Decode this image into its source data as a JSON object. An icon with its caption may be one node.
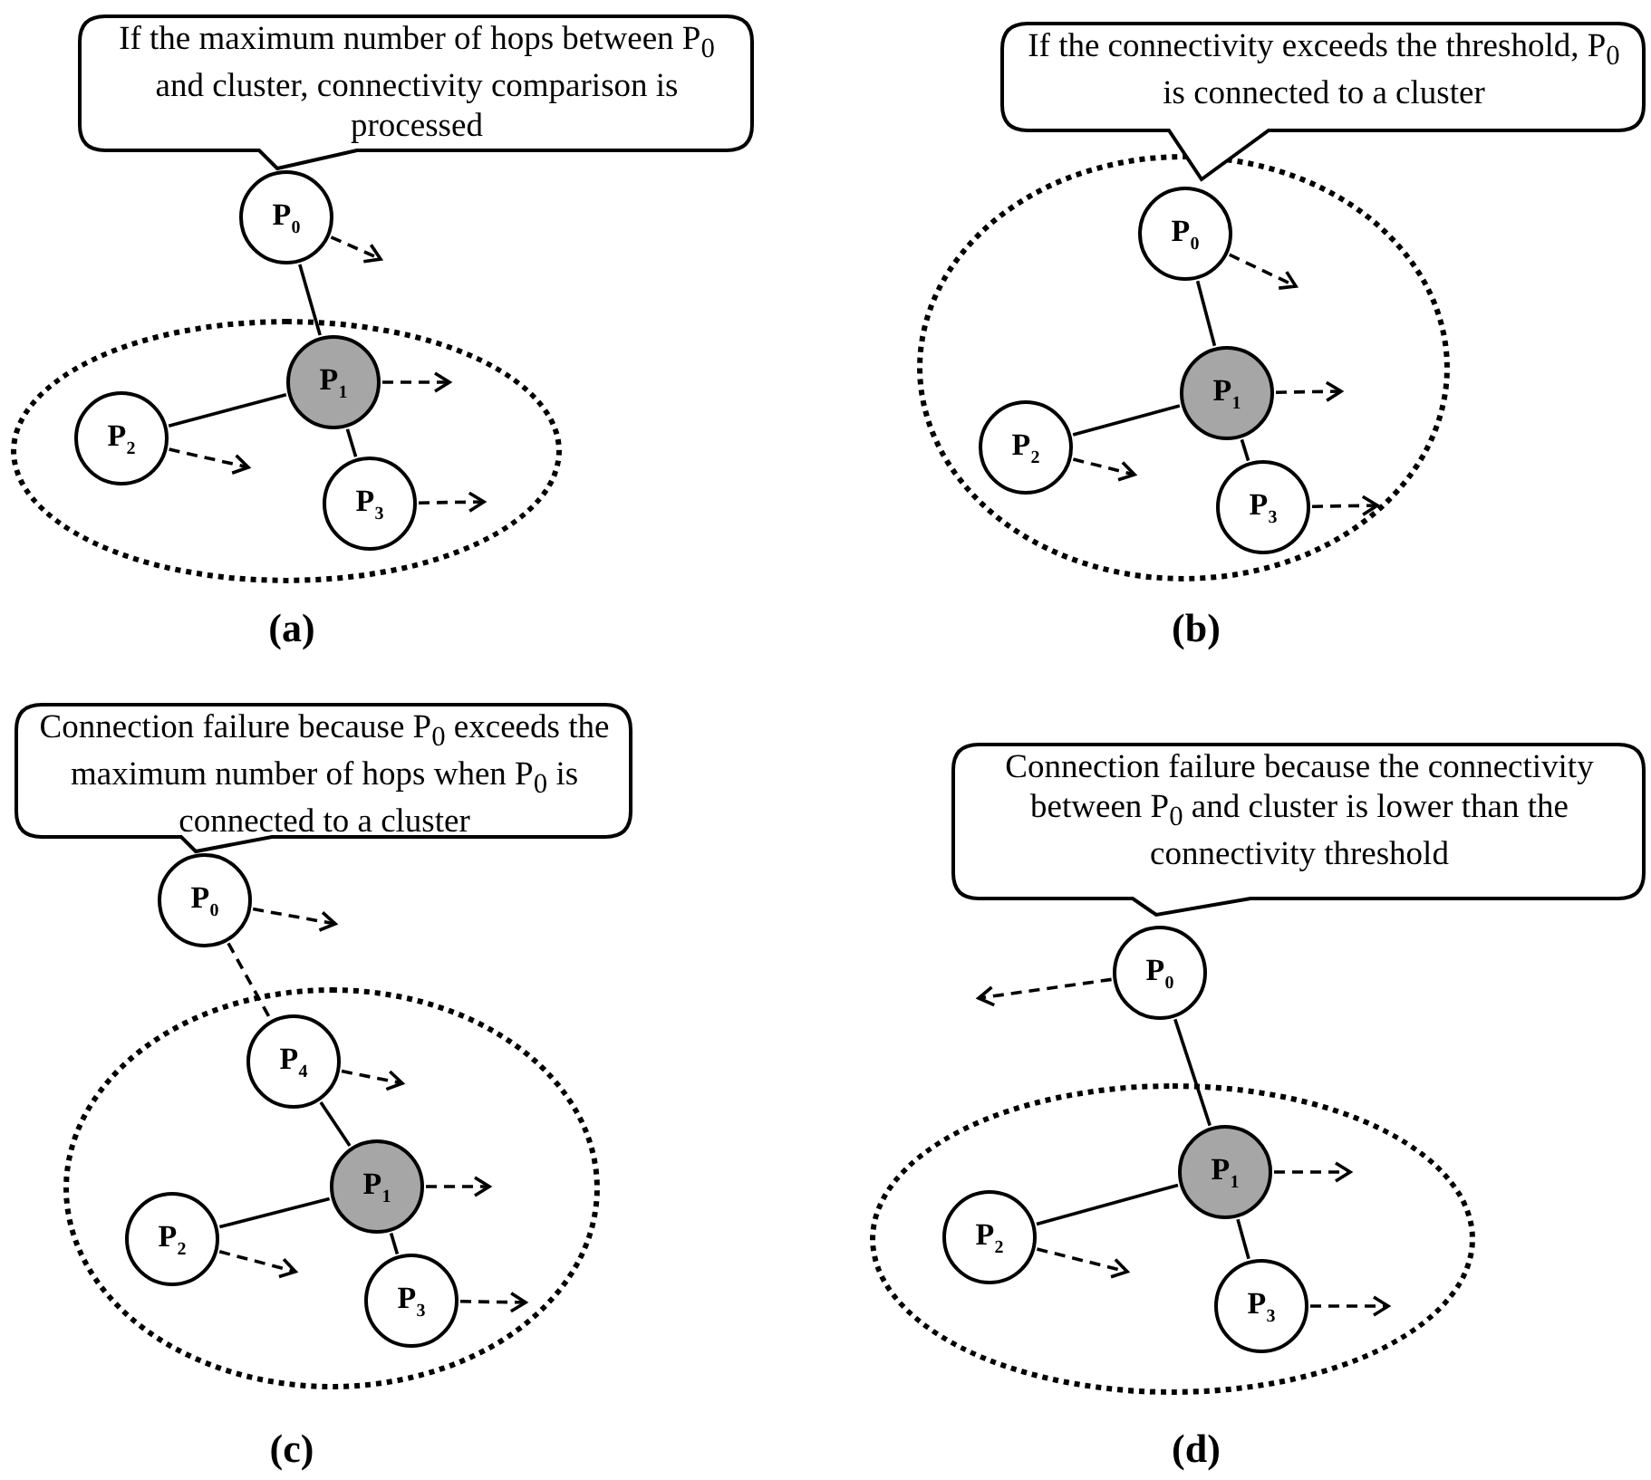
{
  "diagram": {
    "nodes": [
      {
        "text": [
          "If the maximum number of hops between P$_{0}$ and cluster, connectivity comparison is processed"
        ]
      },
      {
        "text": [
          "P$_{0}$"
        ]
      },
      {
        "text": [],
        "shape": "ellipse"
      },
      {
        "text": [
          "P$_{1}$"
        ],
        "in": 2
      },
      {
        "text": [
          "P$_{2}$"
        ],
        "in": 2
      },
      {
        "text": [
          "P$_{3}$"
        ],
        "in": 2
      },
      {
        "text": [
          "If the connectivity exceeds the threshold, P$_{0}$ is connected to a cluster"
        ]
      },
      {
        "text": [],
        "shape": "ellipse"
      },
      {
        "text": [
          "P$_{0}$"
        ],
        "in": 7
      },
      {
        "text": [
          "P$_{1}$"
        ],
        "in": 7
      },
      {
        "text": [
          "P$_{2}$"
        ],
        "in": 7
      },
      {
        "text": [
          "P$_{3}$"
        ],
        "in": 7
      },
      {
        "text": [
          "Connection failure because P$_{0}$ exceeds the maximum number of hops when P$_{0}$ is connected to a cluster"
        ]
      },
      {
        "text": [
          "P$_{0}$"
        ]
      },
      {
        "text": [],
        "shape": "ellipse"
      },
      {
        "text": [
          "P$_{4}$"
        ],
        "in": 14
      },
      {
        "text": [
          "P$_{1}$"
        ],
        "in": 14
      },
      {
        "text": [
          "P$_{2}$"
        ],
        "in": 14
      },
      {
        "text": [
          "P$_{3}$"
        ],
        "in": 14
      },
      {
        "text": [
          "Connection failure because the connectivity between P$_{0}$ and cluster is lower than the connectivity threshold"
        ]
      },
      {
        "text": [
          "P$_{0}$"
        ]
      },
      {
        "text": [],
        "shape": "ellipse"
      },
      {
        "text": [
          "P$_{1}$"
        ],
        "in": 21
      },
      {
        "text": [
          "P$_{2}$"
        ],
        "in": 21
      },
      {
        "text": [
          "P$_{3}$"
        ],
        "in": 21
      }
    ],
    "edges": [
      {
        "from": 1,
        "to": 3,
        "arrow": "none"
      },
      {
        "from": 3,
        "to": 4,
        "arrow": "none"
      },
      {
        "from": 3,
        "to": 5,
        "arrow": "none"
      },
      {
        "from": 1,
        "to": null,
        "arrow": "to",
        "style": "dashed"
      },
      {
        "from": 3,
        "to": null,
        "arrow": "to",
        "style": "dashed"
      },
      {
        "from": 4,
        "to": null,
        "arrow": "to",
        "style": "dashed"
      },
      {
        "from": 5,
        "to": null,
        "arrow": "to",
        "style": "dashed"
      },
      {
        "from": 8,
        "to": 9,
        "arrow": "none"
      },
      {
        "from": 9,
        "to": 10,
        "arrow": "none"
      },
      {
        "from": 9,
        "to": 11,
        "arrow": "none"
      },
      {
        "from": 8,
        "to": null,
        "arrow": "to",
        "style": "dashed"
      },
      {
        "from": 9,
        "to": null,
        "arrow": "to",
        "style": "dashed"
      },
      {
        "from": 10,
        "to": null,
        "arrow": "to",
        "style": "dashed"
      },
      {
        "from": 11,
        "to": null,
        "arrow": "to",
        "style": "dashed"
      },
      {
        "from": 13,
        "to": 15,
        "arrow": "none",
        "style": "dashed"
      },
      {
        "from": 15,
        "to": 16,
        "arrow": "none"
      },
      {
        "from": 16,
        "to": 17,
        "arrow": "none"
      },
      {
        "from": 16,
        "to": 18,
        "arrow": "none"
      },
      {
        "from": 13,
        "to": null,
        "arrow": "to",
        "style": "dashed"
      },
      {
        "from": 15,
        "to": null,
        "arrow": "to",
        "style": "dashed"
      },
      {
        "from": 16,
        "to": null,
        "arrow": "to",
        "style": "dashed"
      },
      {
        "from": 17,
        "to": null,
        "arrow": "to",
        "style": "dashed"
      },
      {
        "from": 18,
        "to": null,
        "arrow": "to",
        "style": "dashed"
      },
      {
        "from": 20,
        "to": 22,
        "arrow": "none"
      },
      {
        "from": 22,
        "to": 23,
        "arrow": "none"
      },
      {
        "from": 22,
        "to": 24,
        "arrow": "none"
      },
      {
        "from": 20,
        "to": null,
        "arrow": "to",
        "style": "dashed"
      },
      {
        "from": 22,
        "to": null,
        "arrow": "to",
        "style": "dashed"
      },
      {
        "from": 23,
        "to": null,
        "arrow": "to",
        "style": "dashed"
      },
      {
        "from": 24,
        "to": null,
        "arrow": "to",
        "style": "dashed"
      }
    ],
    "labels": [
      "(a)",
      "(b)",
      "(c)",
      "(d)"
    ]
  }
}
